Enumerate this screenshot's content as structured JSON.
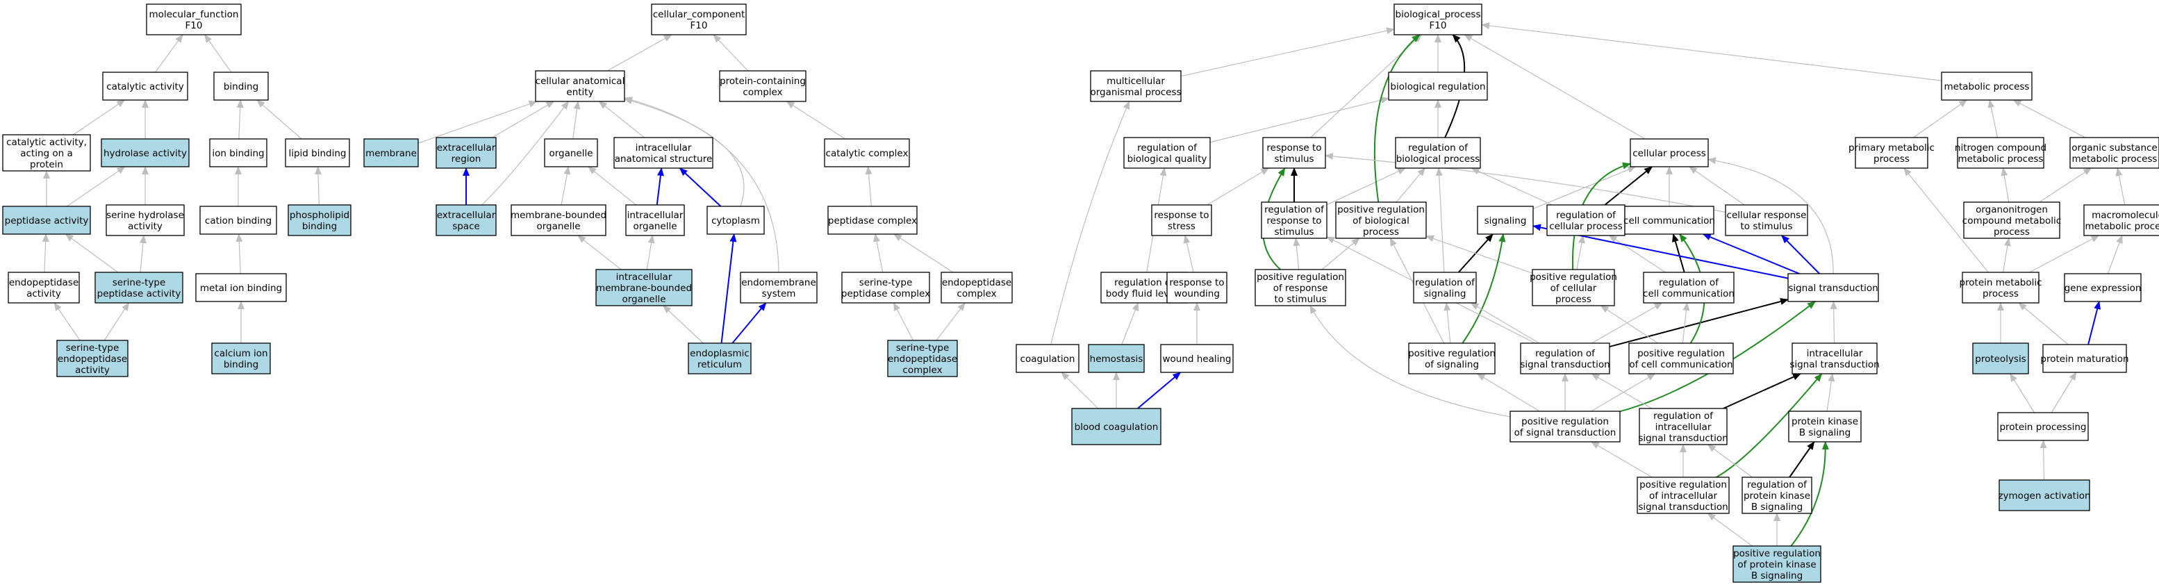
{
  "colors": {
    "highlight": "#add8e6",
    "plain": "#ffffff",
    "gray_edge": "#bebebe",
    "black_edge": "#000000",
    "blue_edge": "#0000ff",
    "green_edge": "#228b22"
  },
  "nodes": [
    {
      "id": "mf",
      "lines": [
        "molecular_function",
        "F10"
      ],
      "hl": false
    },
    {
      "id": "cat",
      "lines": [
        "catalytic activity"
      ],
      "hl": false
    },
    {
      "id": "binding",
      "lines": [
        "binding"
      ],
      "hl": false
    },
    {
      "id": "catprot",
      "lines": [
        "catalytic activity,",
        "acting on a",
        "protein"
      ],
      "hl": false
    },
    {
      "id": "hydrolase",
      "lines": [
        "hydrolase activity"
      ],
      "hl": true
    },
    {
      "id": "ionbind",
      "lines": [
        "ion binding"
      ],
      "hl": false
    },
    {
      "id": "lipidbind",
      "lines": [
        "lipid binding"
      ],
      "hl": false
    },
    {
      "id": "peptidase",
      "lines": [
        "peptidase activity"
      ],
      "hl": true
    },
    {
      "id": "serhydro",
      "lines": [
        "serine hydrolase",
        "activity"
      ],
      "hl": false
    },
    {
      "id": "cationbind",
      "lines": [
        "cation binding"
      ],
      "hl": false
    },
    {
      "id": "phospho",
      "lines": [
        "phospholipid",
        "binding"
      ],
      "hl": true
    },
    {
      "id": "endopep",
      "lines": [
        "endopeptidase",
        "activity"
      ],
      "hl": false
    },
    {
      "id": "serpep",
      "lines": [
        "serine-type",
        "peptidase activity"
      ],
      "hl": true
    },
    {
      "id": "metalion",
      "lines": [
        "metal ion binding"
      ],
      "hl": false
    },
    {
      "id": "serendo",
      "lines": [
        "serine-type",
        "endopeptidase",
        "activity"
      ],
      "hl": true
    },
    {
      "id": "calcium",
      "lines": [
        "calcium ion",
        "binding"
      ],
      "hl": true
    },
    {
      "id": "cc",
      "lines": [
        "cellular_component",
        "F10"
      ],
      "hl": false
    },
    {
      "id": "cae",
      "lines": [
        "cellular anatomical",
        "entity"
      ],
      "hl": false
    },
    {
      "id": "pcc",
      "lines": [
        "protein-containing",
        "complex"
      ],
      "hl": false
    },
    {
      "id": "membrane",
      "lines": [
        "membrane"
      ],
      "hl": true
    },
    {
      "id": "extreg",
      "lines": [
        "extracellular",
        "region"
      ],
      "hl": true
    },
    {
      "id": "organelle",
      "lines": [
        "organelle"
      ],
      "hl": false
    },
    {
      "id": "ias",
      "lines": [
        "intracellular",
        "anatomical structure"
      ],
      "hl": false
    },
    {
      "id": "catcomplex",
      "lines": [
        "catalytic complex"
      ],
      "hl": false
    },
    {
      "id": "extspace",
      "lines": [
        "extracellular",
        "space"
      ],
      "hl": true
    },
    {
      "id": "mbo",
      "lines": [
        "membrane-bounded",
        "organelle"
      ],
      "hl": false
    },
    {
      "id": "intorg",
      "lines": [
        "intracellular",
        "organelle"
      ],
      "hl": false
    },
    {
      "id": "cytoplasm",
      "lines": [
        "cytoplasm"
      ],
      "hl": false
    },
    {
      "id": "pepcomplex",
      "lines": [
        "peptidase complex"
      ],
      "hl": false
    },
    {
      "id": "imbo",
      "lines": [
        "intracellular",
        "membrane-bounded",
        "organelle"
      ],
      "hl": true
    },
    {
      "id": "endomem",
      "lines": [
        "endomembrane",
        "system"
      ],
      "hl": false
    },
    {
      "id": "serpepcx",
      "lines": [
        "serine-type",
        "peptidase complex"
      ],
      "hl": false
    },
    {
      "id": "endopepcx",
      "lines": [
        "endopeptidase",
        "complex"
      ],
      "hl": false
    },
    {
      "id": "er",
      "lines": [
        "endoplasmic",
        "reticulum"
      ],
      "hl": true
    },
    {
      "id": "serendocx",
      "lines": [
        "serine-type",
        "endopeptidase",
        "complex"
      ],
      "hl": true
    },
    {
      "id": "bp",
      "lines": [
        "biological_process",
        "F10"
      ],
      "hl": false
    },
    {
      "id": "multi",
      "lines": [
        "multicellular",
        "organismal process"
      ],
      "hl": false
    },
    {
      "id": "bioreg",
      "lines": [
        "biological regulation"
      ],
      "hl": false
    },
    {
      "id": "metab",
      "lines": [
        "metabolic process"
      ],
      "hl": false
    },
    {
      "id": "regbq",
      "lines": [
        "regulation of",
        "biological quality"
      ],
      "hl": false
    },
    {
      "id": "resp",
      "lines": [
        "response to",
        "stimulus"
      ],
      "hl": false
    },
    {
      "id": "regbp",
      "lines": [
        "regulation of",
        "biological process"
      ],
      "hl": false
    },
    {
      "id": "cellproc",
      "lines": [
        "cellular process"
      ],
      "hl": false
    },
    {
      "id": "primet",
      "lines": [
        "primary metabolic",
        "process"
      ],
      "hl": false
    },
    {
      "id": "nitro",
      "lines": [
        "nitrogen compound",
        "metabolic process"
      ],
      "hl": false
    },
    {
      "id": "orgsub",
      "lines": [
        "organic substance",
        "metabolic process"
      ],
      "hl": false
    },
    {
      "id": "respstress",
      "lines": [
        "response to",
        "stress"
      ],
      "hl": false
    },
    {
      "id": "regresp",
      "lines": [
        "regulation of",
        "response to",
        "stimulus"
      ],
      "hl": false
    },
    {
      "id": "posregbp",
      "lines": [
        "positive regulation",
        "of biological",
        "process"
      ],
      "hl": false
    },
    {
      "id": "signaling",
      "lines": [
        "signaling"
      ],
      "hl": false
    },
    {
      "id": "regcp",
      "lines": [
        "regulation of",
        "cellular process"
      ],
      "hl": false
    },
    {
      "id": "cellcomm",
      "lines": [
        "cell communication"
      ],
      "hl": false
    },
    {
      "id": "cellresp",
      "lines": [
        "cellular response",
        "to stimulus"
      ],
      "hl": false
    },
    {
      "id": "orgnitro",
      "lines": [
        "organonitrogen",
        "compound metabolic",
        "process"
      ],
      "hl": false
    },
    {
      "id": "macro",
      "lines": [
        "macromolecule",
        "metabolic process"
      ],
      "hl": false
    },
    {
      "id": "regbfl",
      "lines": [
        "regulation of",
        "body fluid levels"
      ],
      "hl": false
    },
    {
      "id": "respwound",
      "lines": [
        "response to",
        "wounding"
      ],
      "hl": false
    },
    {
      "id": "posregresp",
      "lines": [
        "positive regulation",
        "of response",
        "to stimulus"
      ],
      "hl": false
    },
    {
      "id": "regsig",
      "lines": [
        "regulation of",
        "signaling"
      ],
      "hl": false
    },
    {
      "id": "posregcp",
      "lines": [
        "positive regulation",
        "of cellular",
        "process"
      ],
      "hl": false
    },
    {
      "id": "regcc",
      "lines": [
        "regulation of",
        "cell communication"
      ],
      "hl": false
    },
    {
      "id": "sigtrans",
      "lines": [
        "signal transduction"
      ],
      "hl": false
    },
    {
      "id": "protmet",
      "lines": [
        "protein metabolic",
        "process"
      ],
      "hl": false
    },
    {
      "id": "geneexp",
      "lines": [
        "gene expression"
      ],
      "hl": false
    },
    {
      "id": "coag",
      "lines": [
        "coagulation"
      ],
      "hl": false
    },
    {
      "id": "hemo",
      "lines": [
        "hemostasis"
      ],
      "hl": true
    },
    {
      "id": "woundheal",
      "lines": [
        "wound healing"
      ],
      "hl": false
    },
    {
      "id": "posregsig",
      "lines": [
        "positive regulation",
        "of signaling"
      ],
      "hl": false
    },
    {
      "id": "regst",
      "lines": [
        "regulation of",
        "signal transduction"
      ],
      "hl": false
    },
    {
      "id": "posregcc",
      "lines": [
        "positive regulation",
        "of cell communication"
      ],
      "hl": false
    },
    {
      "id": "intsig",
      "lines": [
        "intracellular",
        "signal transduction"
      ],
      "hl": false
    },
    {
      "id": "proteolysis",
      "lines": [
        "proteolysis"
      ],
      "hl": true
    },
    {
      "id": "protmat",
      "lines": [
        "protein maturation"
      ],
      "hl": false
    },
    {
      "id": "bloodcoag",
      "lines": [
        "blood coagulation"
      ],
      "hl": true
    },
    {
      "id": "posregst",
      "lines": [
        "positive regulation",
        "of signal transduction"
      ],
      "hl": false
    },
    {
      "id": "regintsig",
      "lines": [
        "regulation of",
        "intracellular",
        "signal transduction"
      ],
      "hl": false
    },
    {
      "id": "pkb",
      "lines": [
        "protein kinase",
        "B signaling"
      ],
      "hl": false
    },
    {
      "id": "protproc",
      "lines": [
        "protein processing"
      ],
      "hl": false
    },
    {
      "id": "posregintsig",
      "lines": [
        "positive regulation",
        "of intracellular",
        "signal transduction"
      ],
      "hl": false
    },
    {
      "id": "regpkb",
      "lines": [
        "regulation of",
        "protein kinase",
        "B signaling"
      ],
      "hl": false
    },
    {
      "id": "zymogen",
      "lines": [
        "zymogen activation"
      ],
      "hl": true
    },
    {
      "id": "posregpkb",
      "lines": [
        "positive regulation",
        "of protein kinase",
        "B signaling"
      ],
      "hl": true
    }
  ],
  "edges": [
    [
      "cat",
      "mf",
      "gray"
    ],
    [
      "binding",
      "mf",
      "gray"
    ],
    [
      "catprot",
      "cat",
      "gray"
    ],
    [
      "hydrolase",
      "cat",
      "gray"
    ],
    [
      "ionbind",
      "binding",
      "gray"
    ],
    [
      "lipidbind",
      "binding",
      "gray"
    ],
    [
      "peptidase",
      "catprot",
      "gray"
    ],
    [
      "peptidase",
      "hydrolase",
      "gray"
    ],
    [
      "serhydro",
      "hydrolase",
      "gray"
    ],
    [
      "cationbind",
      "ionbind",
      "gray"
    ],
    [
      "phospho",
      "lipidbind",
      "gray"
    ],
    [
      "endopep",
      "peptidase",
      "gray"
    ],
    [
      "serpep",
      "peptidase",
      "gray"
    ],
    [
      "serpep",
      "serhydro",
      "gray"
    ],
    [
      "metalion",
      "cationbind",
      "gray"
    ],
    [
      "serendo",
      "endopep",
      "gray"
    ],
    [
      "serendo",
      "serpep",
      "gray"
    ],
    [
      "calcium",
      "metalion",
      "gray"
    ],
    [
      "cae",
      "cc",
      "gray"
    ],
    [
      "pcc",
      "cc",
      "gray"
    ],
    [
      "membrane",
      "cae",
      "gray"
    ],
    [
      "extreg",
      "cae",
      "gray"
    ],
    [
      "extspace",
      "cae",
      "gray"
    ],
    [
      "extspace",
      "extreg",
      "blue"
    ],
    [
      "organelle",
      "cae",
      "gray"
    ],
    [
      "ias",
      "cae",
      "gray"
    ],
    [
      "cytoplasm",
      "cae",
      "gray"
    ],
    [
      "endomem",
      "cae",
      "gray"
    ],
    [
      "catcomplex",
      "pcc",
      "gray"
    ],
    [
      "mbo",
      "organelle",
      "gray"
    ],
    [
      "intorg",
      "organelle",
      "gray"
    ],
    [
      "intorg",
      "ias",
      "blue"
    ],
    [
      "cytoplasm",
      "ias",
      "blue"
    ],
    [
      "pepcomplex",
      "catcomplex",
      "gray"
    ],
    [
      "imbo",
      "mbo",
      "gray"
    ],
    [
      "imbo",
      "intorg",
      "gray"
    ],
    [
      "serpepcx",
      "pepcomplex",
      "gray"
    ],
    [
      "endopepcx",
      "pepcomplex",
      "gray"
    ],
    [
      "er",
      "imbo",
      "gray"
    ],
    [
      "er",
      "cytoplasm",
      "blue"
    ],
    [
      "er",
      "endomem",
      "blue"
    ],
    [
      "serendocx",
      "serpepcx",
      "gray"
    ],
    [
      "serendocx",
      "endopepcx",
      "gray"
    ],
    [
      "multi",
      "bp",
      "gray"
    ],
    [
      "bioreg",
      "bp",
      "gray"
    ],
    [
      "metab",
      "bp",
      "gray"
    ],
    [
      "cellproc",
      "bp",
      "gray"
    ],
    [
      "resp",
      "bp",
      "gray"
    ],
    [
      "regbp",
      "bp",
      "black"
    ],
    [
      "regbq",
      "bioreg",
      "gray"
    ],
    [
      "regbp",
      "bioreg",
      "gray"
    ],
    [
      "primet",
      "metab",
      "gray"
    ],
    [
      "nitro",
      "metab",
      "gray"
    ],
    [
      "orgsub",
      "metab",
      "gray"
    ],
    [
      "respstress",
      "resp",
      "gray"
    ],
    [
      "regresp",
      "resp",
      "black"
    ],
    [
      "regresp",
      "regbp",
      "gray"
    ],
    [
      "posregbp",
      "regbp",
      "gray"
    ],
    [
      "posregbp",
      "bp",
      "green"
    ],
    [
      "signaling",
      "cellproc",
      "gray"
    ],
    [
      "regcp",
      "cellproc",
      "black"
    ],
    [
      "regcp",
      "regbp",
      "gray"
    ],
    [
      "cellcomm",
      "cellproc",
      "gray"
    ],
    [
      "cellresp",
      "cellproc",
      "gray"
    ],
    [
      "cellresp",
      "resp",
      "gray"
    ],
    [
      "orgnitro",
      "nitro",
      "gray"
    ],
    [
      "orgnitro",
      "orgsub",
      "gray"
    ],
    [
      "macro",
      "orgsub",
      "gray"
    ],
    [
      "regbfl",
      "regbq",
      "gray"
    ],
    [
      "respwound",
      "respstress",
      "gray"
    ],
    [
      "posregresp",
      "regresp",
      "gray"
    ],
    [
      "posregresp",
      "posregbp",
      "gray"
    ],
    [
      "posregresp",
      "resp",
      "green"
    ],
    [
      "regsig",
      "signaling",
      "black"
    ],
    [
      "regsig",
      "regbp",
      "gray"
    ],
    [
      "posregcp",
      "posregbp",
      "gray"
    ],
    [
      "posregcp",
      "regcp",
      "gray"
    ],
    [
      "posregcp",
      "cellproc",
      "green"
    ],
    [
      "regcc",
      "cellcomm",
      "black"
    ],
    [
      "regcc",
      "regcp",
      "gray"
    ],
    [
      "sigtrans",
      "signaling",
      "blue"
    ],
    [
      "sigtrans",
      "cellcomm",
      "blue"
    ],
    [
      "sigtrans",
      "cellresp",
      "blue"
    ],
    [
      "sigtrans",
      "cellproc",
      "gray"
    ],
    [
      "protmet",
      "primet",
      "gray"
    ],
    [
      "protmet",
      "orgnitro",
      "gray"
    ],
    [
      "protmet",
      "macro",
      "gray"
    ],
    [
      "geneexp",
      "macro",
      "gray"
    ],
    [
      "coag",
      "multi",
      "gray"
    ],
    [
      "hemo",
      "regbfl",
      "gray"
    ],
    [
      "woundheal",
      "respwound",
      "gray"
    ],
    [
      "posregsig",
      "regsig",
      "gray"
    ],
    [
      "posregsig",
      "posregbp",
      "gray"
    ],
    [
      "posregsig",
      "signaling",
      "green"
    ],
    [
      "regst",
      "sigtrans",
      "black"
    ],
    [
      "regst",
      "regsig",
      "gray"
    ],
    [
      "regst",
      "regcc",
      "gray"
    ],
    [
      "regst",
      "regresp",
      "gray"
    ],
    [
      "posregcc",
      "regcc",
      "gray"
    ],
    [
      "posregcc",
      "posregcp",
      "gray"
    ],
    [
      "posregcc",
      "cellcomm",
      "green"
    ],
    [
      "intsig",
      "sigtrans",
      "gray"
    ],
    [
      "proteolysis",
      "protmet",
      "gray"
    ],
    [
      "protmat",
      "protmet",
      "gray"
    ],
    [
      "protmat",
      "geneexp",
      "blue"
    ],
    [
      "bloodcoag",
      "coag",
      "gray"
    ],
    [
      "bloodcoag",
      "hemo",
      "gray"
    ],
    [
      "bloodcoag",
      "woundheal",
      "blue"
    ],
    [
      "posregst",
      "regst",
      "gray"
    ],
    [
      "posregst",
      "posregsig",
      "gray"
    ],
    [
      "posregst",
      "posregcc",
      "gray"
    ],
    [
      "posregst",
      "posregresp",
      "gray"
    ],
    [
      "posregst",
      "sigtrans",
      "green"
    ],
    [
      "regintsig",
      "intsig",
      "black"
    ],
    [
      "regintsig",
      "regst",
      "gray"
    ],
    [
      "pkb",
      "intsig",
      "gray"
    ],
    [
      "protproc",
      "protmat",
      "gray"
    ],
    [
      "protproc",
      "proteolysis",
      "gray"
    ],
    [
      "posregintsig",
      "regintsig",
      "gray"
    ],
    [
      "posregintsig",
      "posregst",
      "gray"
    ],
    [
      "posregintsig",
      "intsig",
      "green"
    ],
    [
      "regpkb",
      "pkb",
      "black"
    ],
    [
      "regpkb",
      "regintsig",
      "gray"
    ],
    [
      "zymogen",
      "protproc",
      "gray"
    ],
    [
      "posregpkb",
      "regpkb",
      "gray"
    ],
    [
      "posregpkb",
      "posregintsig",
      "gray"
    ],
    [
      "posregpkb",
      "pkb",
      "green"
    ]
  ]
}
